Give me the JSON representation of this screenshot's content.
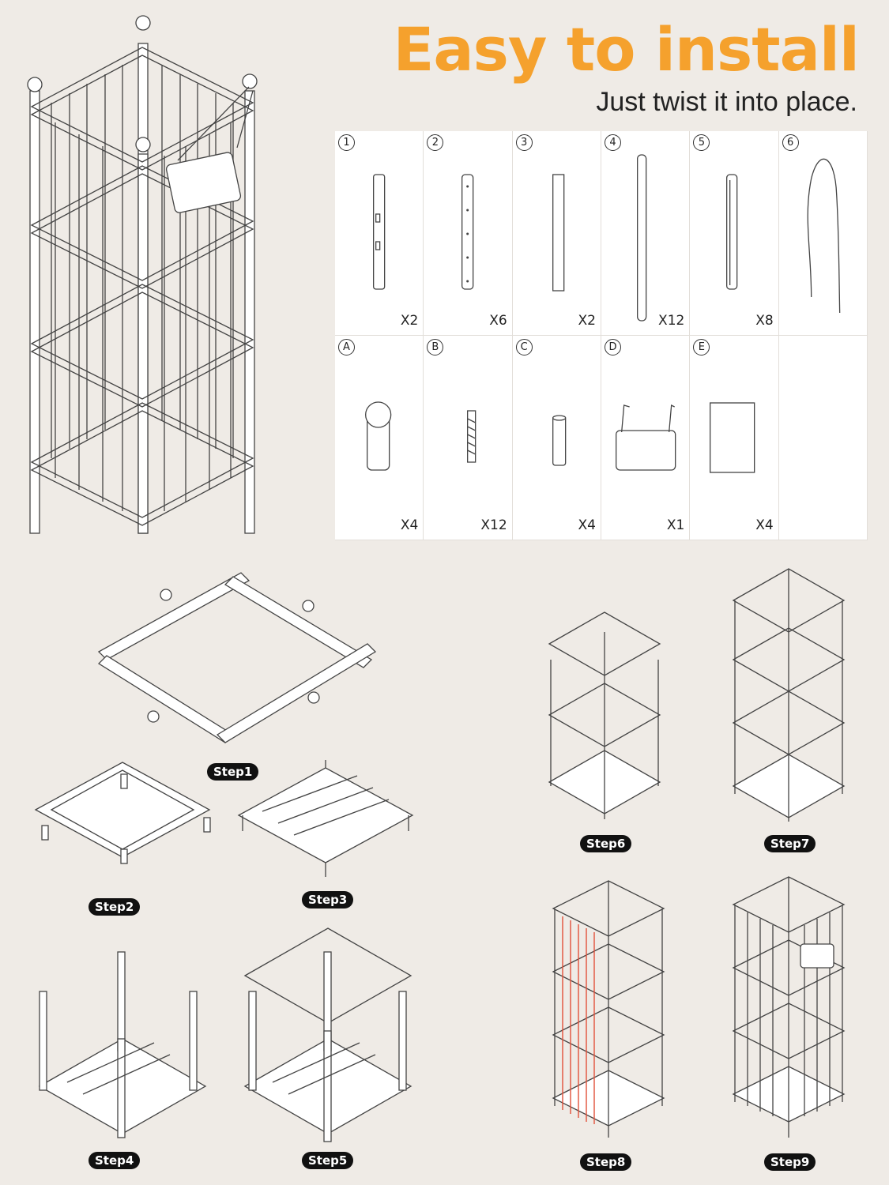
{
  "header": {
    "title": "Easy to install",
    "subtitle": "Just twist it into place."
  },
  "parts": [
    {
      "label": "1",
      "qty": "X2",
      "icon": "bracket-with-tabs"
    },
    {
      "label": "2",
      "qty": "X6",
      "icon": "bracket-plain"
    },
    {
      "label": "3",
      "qty": "X2",
      "icon": "slat"
    },
    {
      "label": "4",
      "qty": "X12",
      "icon": "rod"
    },
    {
      "label": "5",
      "qty": "X8",
      "icon": "bracket-notched"
    },
    {
      "label": "6",
      "qty": "",
      "icon": "wire"
    },
    {
      "label": "A",
      "qty": "X4",
      "icon": "ball-cap"
    },
    {
      "label": "B",
      "qty": "X12",
      "icon": "screw"
    },
    {
      "label": "C",
      "qty": "X4",
      "icon": "foot"
    },
    {
      "label": "D",
      "qty": "X1",
      "icon": "hanging-sign"
    },
    {
      "label": "E",
      "qty": "X4",
      "icon": "panel"
    },
    {
      "label": "",
      "qty": "",
      "icon": ""
    }
  ],
  "steps": [
    "Step1",
    "Step2",
    "Step3",
    "Step4",
    "Step5",
    "Step6",
    "Step7",
    "Step8",
    "Step9"
  ]
}
